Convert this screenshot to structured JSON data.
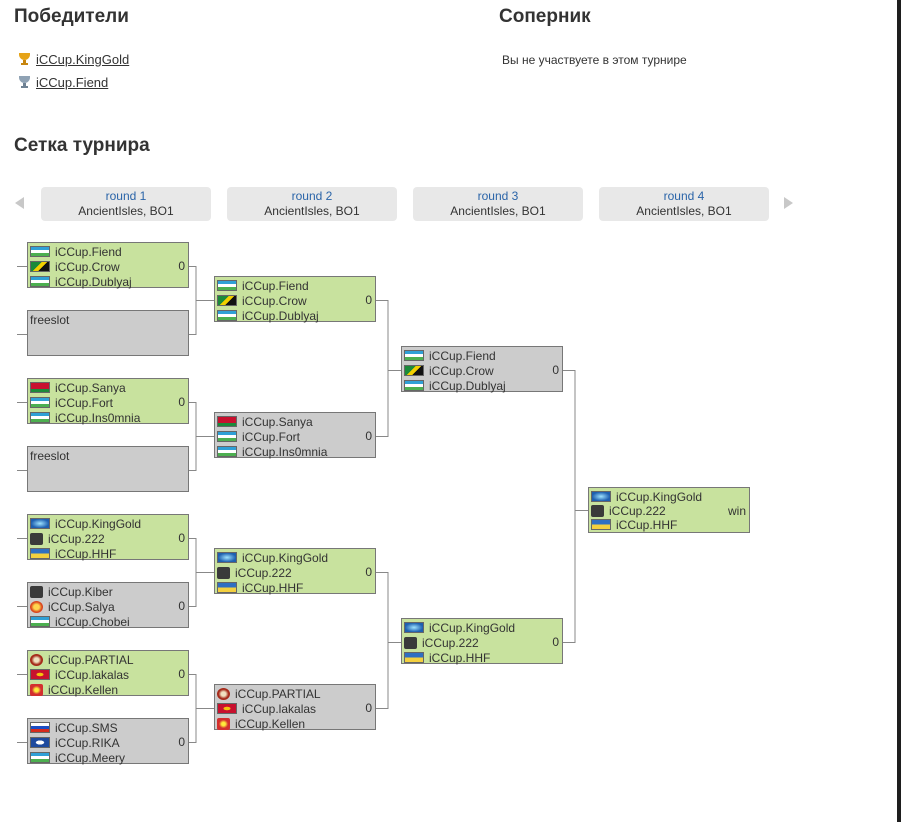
{
  "winners_title": "Победители",
  "opponent_title": "Соперник",
  "opponent_text": "Вы не участвуете в этом турнире",
  "bracket_title": "Сетка турнира",
  "winners": [
    {
      "name": "iCCup.KingGold",
      "icon": "gold-trophy-icon"
    },
    {
      "name": "iCCup.Fiend",
      "icon": "silver-trophy-icon"
    }
  ],
  "rounds": [
    {
      "title": "round 1",
      "subtitle": "AncientIsles, BO1"
    },
    {
      "title": "round 2",
      "subtitle": "AncientIsles, BO1"
    },
    {
      "title": "round 3",
      "subtitle": "AncientIsles, BO1"
    },
    {
      "title": "round 4",
      "subtitle": "AncientIsles, BO1"
    }
  ],
  "matches": {
    "r1m1": {
      "players": [
        "iCCup.Fiend",
        "iCCup.Crow",
        "iCCup.Dublyaj"
      ],
      "score": "0"
    },
    "r1m2": {
      "text": "freeslot"
    },
    "r1m3": {
      "players": [
        "iCCup.Sanya",
        "iCCup.Fort",
        "iCCup.Ins0mnia"
      ],
      "score": "0"
    },
    "r1m4": {
      "text": "freeslot"
    },
    "r1m5": {
      "players": [
        "iCCup.KingGold",
        "iCCup.222",
        "iCCup.HHF"
      ],
      "score": "0"
    },
    "r1m6": {
      "players": [
        "iCCup.Kiber",
        "iCCup.Salya",
        "iCCup.Chobei"
      ],
      "score": "0"
    },
    "r1m7": {
      "players": [
        "iCCup.PARTIAL",
        "iCCup.lakalas",
        "iCCup.Kellen"
      ],
      "score": "0"
    },
    "r1m8": {
      "players": [
        "iCCup.SMS",
        "iCCup.RIKA",
        "iCCup.Meery"
      ],
      "score": "0"
    },
    "r2m1": {
      "players": [
        "iCCup.Fiend",
        "iCCup.Crow",
        "iCCup.Dublyaj"
      ],
      "score": "0"
    },
    "r2m2": {
      "players": [
        "iCCup.Sanya",
        "iCCup.Fort",
        "iCCup.Ins0mnia"
      ],
      "score": "0"
    },
    "r2m3": {
      "players": [
        "iCCup.KingGold",
        "iCCup.222",
        "iCCup.HHF"
      ],
      "score": "0"
    },
    "r2m4": {
      "players": [
        "iCCup.PARTIAL",
        "iCCup.lakalas",
        "iCCup.Kellen"
      ],
      "score": "0"
    },
    "r3m1": {
      "players": [
        "iCCup.Fiend",
        "iCCup.Crow",
        "iCCup.Dublyaj"
      ],
      "score": "0"
    },
    "r3m2": {
      "players": [
        "iCCup.KingGold",
        "iCCup.222",
        "iCCup.HHF"
      ],
      "score": "0"
    },
    "r4m1": {
      "players": [
        "iCCup.KingGold",
        "iCCup.222",
        "iCCup.HHF"
      ],
      "result": "win"
    }
  },
  "colors": {
    "winner_bg": "#c8e29e",
    "loser_bg": "#cccccc",
    "round_bg": "#e8e8e8",
    "round_link": "#2a64a8"
  }
}
